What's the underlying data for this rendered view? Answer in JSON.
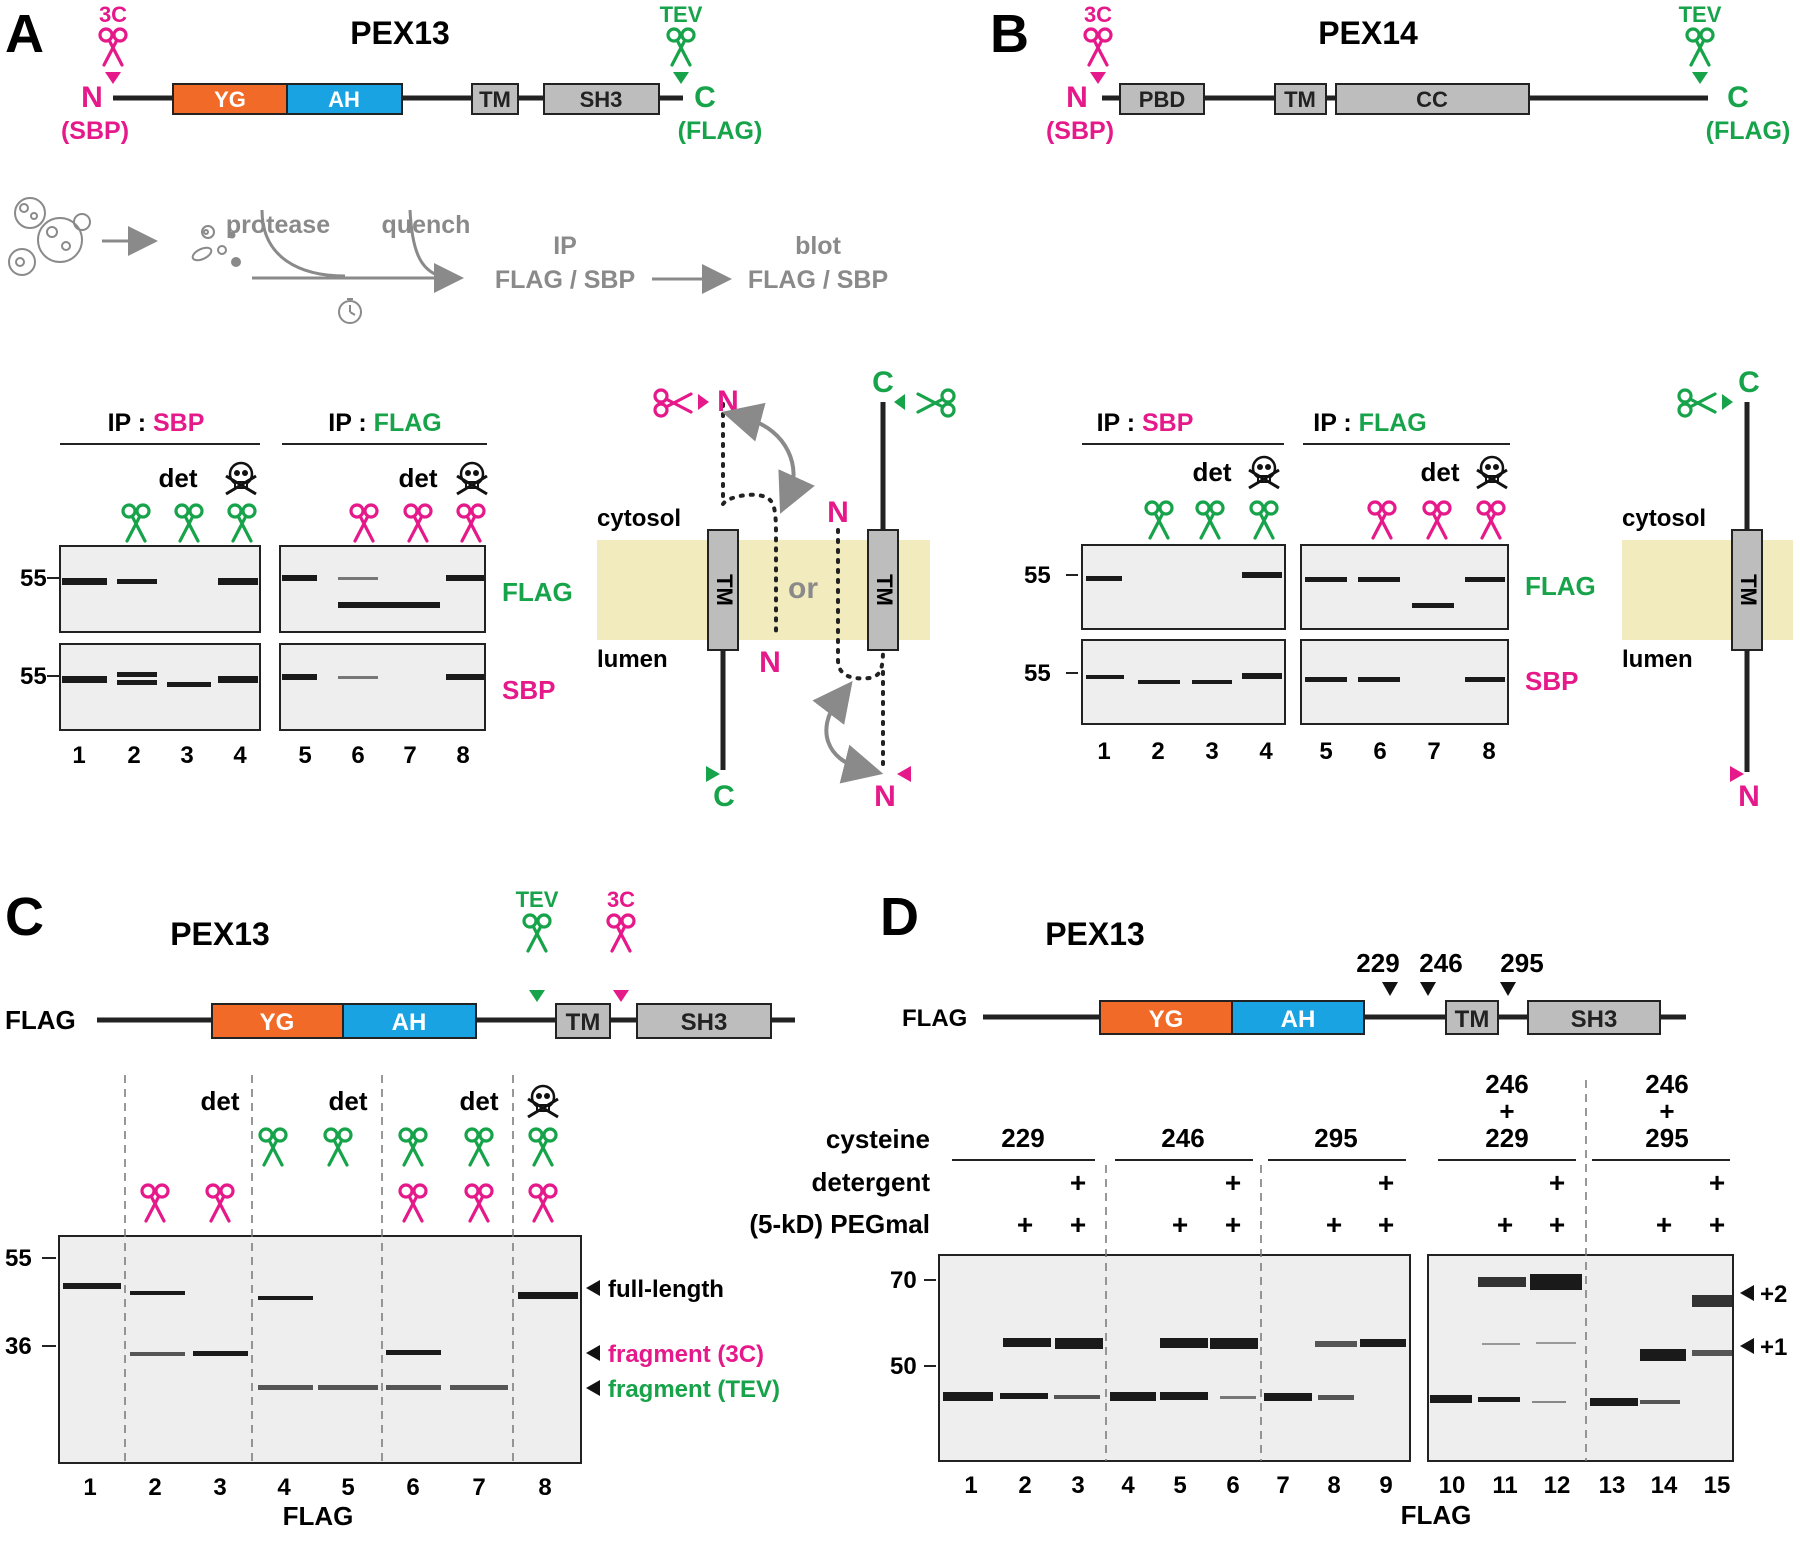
{
  "colors": {
    "magenta": "#e6198a",
    "green": "#17a34a",
    "yg": "#f26a27",
    "ah": "#19a3e3",
    "domain": "#bdbdbd",
    "membrane": "#f2ebbd",
    "gray": "#8a8a8a",
    "blot": "#eeeeee",
    "band": "#1a1a1a"
  },
  "icons": {
    "protease": "scissors-icon",
    "detergent": "skull-icon",
    "timer": "stopwatch-icon",
    "cells": "yeast-cell-icon"
  },
  "panelA": {
    "letter": "A",
    "title": "PEX13",
    "n_label": "N",
    "n_tag": "(SBP)",
    "c_label": "C",
    "c_tag": "(FLAG)",
    "site_3c": "3C",
    "site_tev": "TEV",
    "domains": [
      "YG",
      "AH",
      "TM",
      "SH3"
    ],
    "workflow": {
      "protease": "protease",
      "quench": "quench",
      "ip": "IP",
      "ip_targets": "FLAG / SBP",
      "blot": "blot",
      "blot_targets": "FLAG / SBP"
    },
    "ip_sbp": {
      "prefix": "IP : ",
      "target": "SBP"
    },
    "ip_flag": {
      "prefix": "IP : ",
      "target": "FLAG"
    },
    "det": "det",
    "marker": "55",
    "row_flag": "FLAG",
    "row_sbp": "SBP",
    "lanes": [
      "1",
      "2",
      "3",
      "4",
      "5",
      "6",
      "7",
      "8"
    ],
    "topo": {
      "cytosol": "cytosol",
      "lumen": "lumen",
      "tm": "TM",
      "or": "or",
      "n": "N",
      "c": "C"
    }
  },
  "panelB": {
    "letter": "B",
    "title": "PEX14",
    "n_label": "N",
    "n_tag": "(SBP)",
    "c_label": "C",
    "c_tag": "(FLAG)",
    "site_3c": "3C",
    "site_tev": "TEV",
    "domains": [
      "PBD",
      "TM",
      "CC"
    ],
    "ip_sbp": {
      "prefix": "IP : ",
      "target": "SBP"
    },
    "ip_flag": {
      "prefix": "IP : ",
      "target": "FLAG"
    },
    "det": "det",
    "marker": "55",
    "row_flag": "FLAG",
    "row_sbp": "SBP",
    "lanes": [
      "1",
      "2",
      "3",
      "4",
      "5",
      "6",
      "7",
      "8"
    ],
    "topo": {
      "cytosol": "cytosol",
      "lumen": "lumen",
      "tm": "TM",
      "n": "N",
      "c": "C"
    }
  },
  "panelC": {
    "letter": "C",
    "title": "PEX13",
    "flag": "FLAG",
    "site_tev": "TEV",
    "site_3c": "3C",
    "domains": [
      "YG",
      "AH",
      "TM",
      "SH3"
    ],
    "det": "det",
    "markers": [
      "55",
      "36"
    ],
    "bands": [
      "full-length",
      "fragment (3C)",
      "fragment (TEV)"
    ],
    "lanes": [
      "1",
      "2",
      "3",
      "4",
      "5",
      "6",
      "7",
      "8"
    ],
    "xlabel": "FLAG"
  },
  "panelD": {
    "letter": "D",
    "title": "PEX13",
    "flag": "FLAG",
    "sites": [
      "229",
      "246",
      "295"
    ],
    "domains": [
      "YG",
      "AH",
      "TM",
      "SH3"
    ],
    "rows": {
      "cysteine": "cysteine",
      "detergent": "detergent",
      "pegmal": "(5-kD) PEGmal"
    },
    "groups": [
      "229",
      "246",
      "295"
    ],
    "combo1": [
      "246",
      "+",
      "229"
    ],
    "combo2": [
      "246",
      "+",
      "295"
    ],
    "plus": "+",
    "markers": [
      "70",
      "50"
    ],
    "bands": [
      "+2",
      "+1"
    ],
    "lanes": [
      "1",
      "2",
      "3",
      "4",
      "5",
      "6",
      "7",
      "8",
      "9",
      "10",
      "11",
      "12",
      "13",
      "14",
      "15"
    ],
    "xlabel": "FLAG"
  }
}
